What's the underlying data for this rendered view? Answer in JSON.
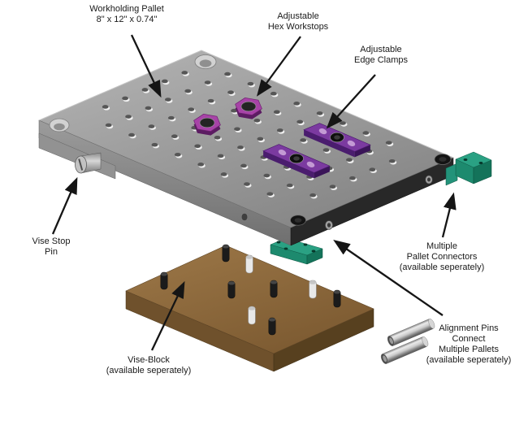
{
  "diagram": {
    "title": "Workholding pallet exploded-parts diagram",
    "labels": {
      "workholding_pallet": {
        "line1": "Workholding Pallet",
        "line2": "8\" x 12\" x 0.74\""
      },
      "hex_workstops": {
        "line1": "Adjustable",
        "line2": "Hex Workstops"
      },
      "edge_clamps": {
        "line1": "Adjustable",
        "line2": "Edge Clamps"
      },
      "vise_stop_pin": {
        "line1": "Vise Stop",
        "line2": "Pin"
      },
      "pallet_connectors": {
        "line1": "Multiple",
        "line2": "Pallet Connectors",
        "line3": "(available seperately)"
      },
      "alignment_pins": {
        "line1": "Alignment Pins",
        "line2": "Connect",
        "line3": "Multiple Pallets",
        "line4": "(available seperately)"
      },
      "vise_block": {
        "line1": "Vise-Block",
        "line2": "(available seperately)"
      }
    },
    "pallet_grid": {
      "cols": 10,
      "rows": 7
    },
    "colors": {
      "background": "#ffffff",
      "label_text": "#1a1a1a",
      "pallet_top": "#9d9d9d",
      "pallet_side_light": "#8a8a8a",
      "pallet_side_dark": "#282828",
      "workstop_purple": "#a743a7",
      "clamp_purple": "#7b3aa0",
      "connector_green": "#2aa183",
      "vise_block_brown": "#8a683c",
      "pin_metal": "#bdbdbd",
      "arrow_black": "#151515"
    }
  }
}
